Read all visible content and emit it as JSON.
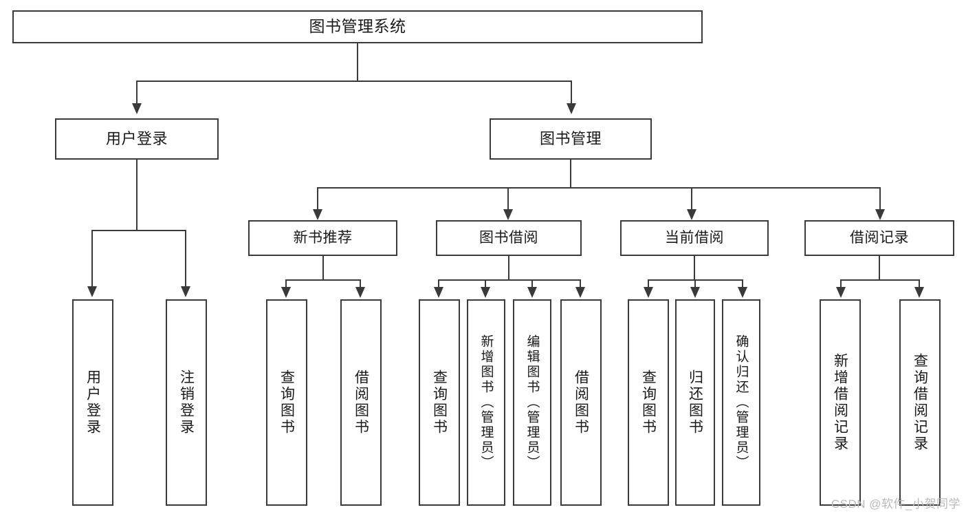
{
  "diagram": {
    "type": "tree-hierarchy-chart",
    "title": "图书管理系统",
    "watermark": "CSDN @软件_小贺同学",
    "colors": {
      "stroke": "#3a3a3a",
      "fill": "#ffffff",
      "text": "#1a1a1a",
      "watermark": "#b9b9b9"
    },
    "nodes": {
      "root": {
        "label": "图书管理系统"
      },
      "level2": [
        {
          "label": "用户登录"
        },
        {
          "label": "图书管理"
        }
      ],
      "level3": [
        {
          "label": "新书推荐"
        },
        {
          "label": "图书借阅"
        },
        {
          "label": "当前借阅"
        },
        {
          "label": "借阅记录"
        }
      ],
      "leaves": {
        "user_login": [
          {
            "label": "用户登录"
          },
          {
            "label": "注销登录"
          }
        ],
        "new_book_recommend": [
          {
            "label": "查询图书"
          },
          {
            "label": "借阅图书"
          }
        ],
        "book_borrow": [
          {
            "label": "查询图书"
          },
          {
            "label": "新增图书（管理员）"
          },
          {
            "label": "编辑图书（管理员）"
          },
          {
            "label": "借阅图书"
          }
        ],
        "current_borrow": [
          {
            "label": "查询图书"
          },
          {
            "label": "归还图书"
          },
          {
            "label": "确认归还（管理员）"
          }
        ],
        "borrow_record": [
          {
            "label": "新增借阅记录"
          },
          {
            "label": "查询借阅记录"
          }
        ]
      }
    }
  }
}
